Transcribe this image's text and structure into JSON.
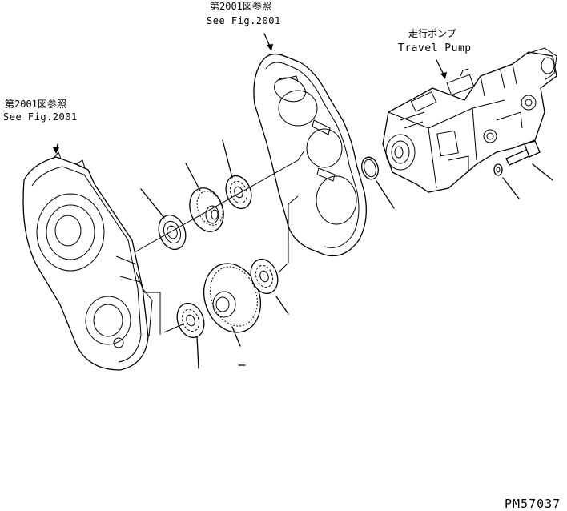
{
  "ref_top": {
    "jp": "第2001図参照",
    "en": "See Fig.2001"
  },
  "ref_left": {
    "jp": "第2001図参照",
    "en": "See Fig.2001"
  },
  "pump": {
    "jp": "走行ポンプ",
    "en": "Travel Pump"
  },
  "drawing_code": "PM57037",
  "colors": {
    "ink": "#000000",
    "paper": "#ffffff"
  }
}
